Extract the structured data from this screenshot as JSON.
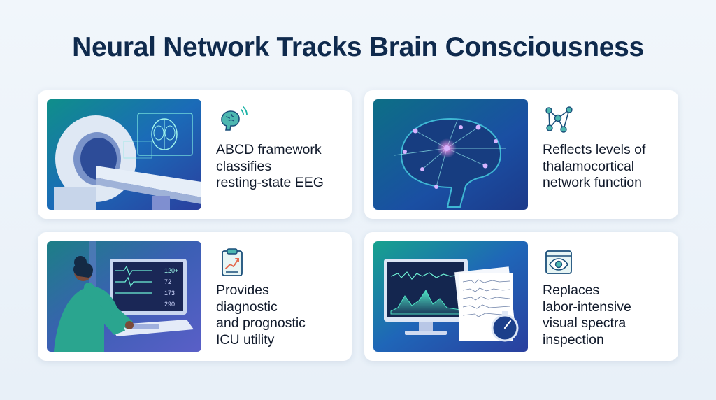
{
  "title": "Neural Network Tracks Brain Consciousness",
  "colors": {
    "title": "#0f2a4d",
    "accent_teal": "#1bb3a6",
    "accent_blue": "#1f5fbf",
    "card_bg": "#ffffff"
  },
  "cards": [
    {
      "icon": "brain-signal-icon",
      "text": "ABCD framework\nclassifies\nresting-state EEG",
      "illustration": "mri-scanner-illustration"
    },
    {
      "icon": "network-nodes-icon",
      "text": "Reflects levels of\nthalamocortical\nnetwork function",
      "illustration": "brain-network-illustration"
    },
    {
      "icon": "clipboard-chart-icon",
      "text": "Provides\ndiagnostic\nand prognostic\nICU utility",
      "illustration": "icu-monitor-illustration",
      "monitor_values": [
        "120+",
        "72",
        "173",
        "290"
      ]
    },
    {
      "icon": "eye-screen-icon",
      "text": "Replaces\nlabor-intensive\nvisual spectra\ninspection",
      "illustration": "spectra-monitor-illustration"
    }
  ]
}
